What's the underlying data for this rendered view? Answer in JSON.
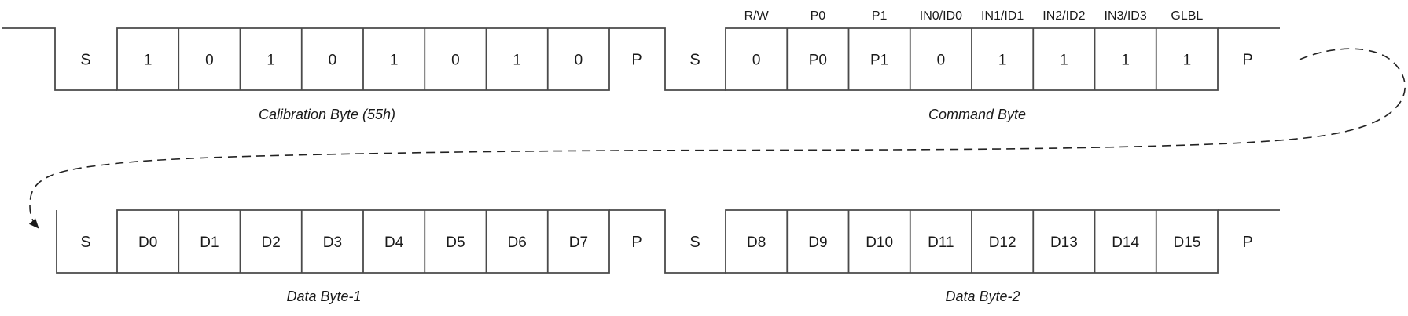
{
  "diagram": {
    "colors": {
      "background": "#ffffff",
      "line": "#4a4a4a",
      "text": "#1a1a1a",
      "connector": "#222222"
    },
    "rows": [
      {
        "name": "row-1",
        "items": [
          {
            "type": "start",
            "label": "S"
          },
          {
            "type": "byte",
            "caption": "Calibration Byte (55h)",
            "cells": [
              {
                "value": "1"
              },
              {
                "value": "0"
              },
              {
                "value": "1"
              },
              {
                "value": "0"
              },
              {
                "value": "1"
              },
              {
                "value": "0"
              },
              {
                "value": "1"
              },
              {
                "value": "0"
              }
            ]
          },
          {
            "type": "stop",
            "label": "P"
          },
          {
            "type": "start",
            "label": "S"
          },
          {
            "type": "byte",
            "caption": "Command Byte",
            "cells": [
              {
                "value": "0",
                "top_label": "R/W"
              },
              {
                "value": "P0",
                "top_label": "P0"
              },
              {
                "value": "P1",
                "top_label": "P1"
              },
              {
                "value": "0",
                "top_label": "IN0/ID0"
              },
              {
                "value": "1",
                "top_label": "IN1/ID1"
              },
              {
                "value": "1",
                "top_label": "IN2/ID2"
              },
              {
                "value": "1",
                "top_label": "IN3/ID3"
              },
              {
                "value": "1",
                "top_label": "GLBL"
              }
            ]
          },
          {
            "type": "stop",
            "label": "P"
          }
        ]
      },
      {
        "name": "row-2",
        "items": [
          {
            "type": "start",
            "label": "S"
          },
          {
            "type": "byte",
            "caption": "Data Byte-1",
            "cells": [
              {
                "value": "D0"
              },
              {
                "value": "D1"
              },
              {
                "value": "D2"
              },
              {
                "value": "D3"
              },
              {
                "value": "D4"
              },
              {
                "value": "D5"
              },
              {
                "value": "D6"
              },
              {
                "value": "D7"
              }
            ]
          },
          {
            "type": "stop",
            "label": "P"
          },
          {
            "type": "start",
            "label": "S"
          },
          {
            "type": "byte",
            "caption": "Data Byte-2",
            "cells": [
              {
                "value": "D8"
              },
              {
                "value": "D9"
              },
              {
                "value": "D10"
              },
              {
                "value": "D11"
              },
              {
                "value": "D12"
              },
              {
                "value": "D13"
              },
              {
                "value": "D14"
              },
              {
                "value": "D15"
              }
            ]
          },
          {
            "type": "stop",
            "label": "P"
          }
        ]
      }
    ],
    "connector": {
      "style": "dashed-curved-arrow",
      "from": "row-1 end",
      "to": "row-2 start"
    }
  }
}
